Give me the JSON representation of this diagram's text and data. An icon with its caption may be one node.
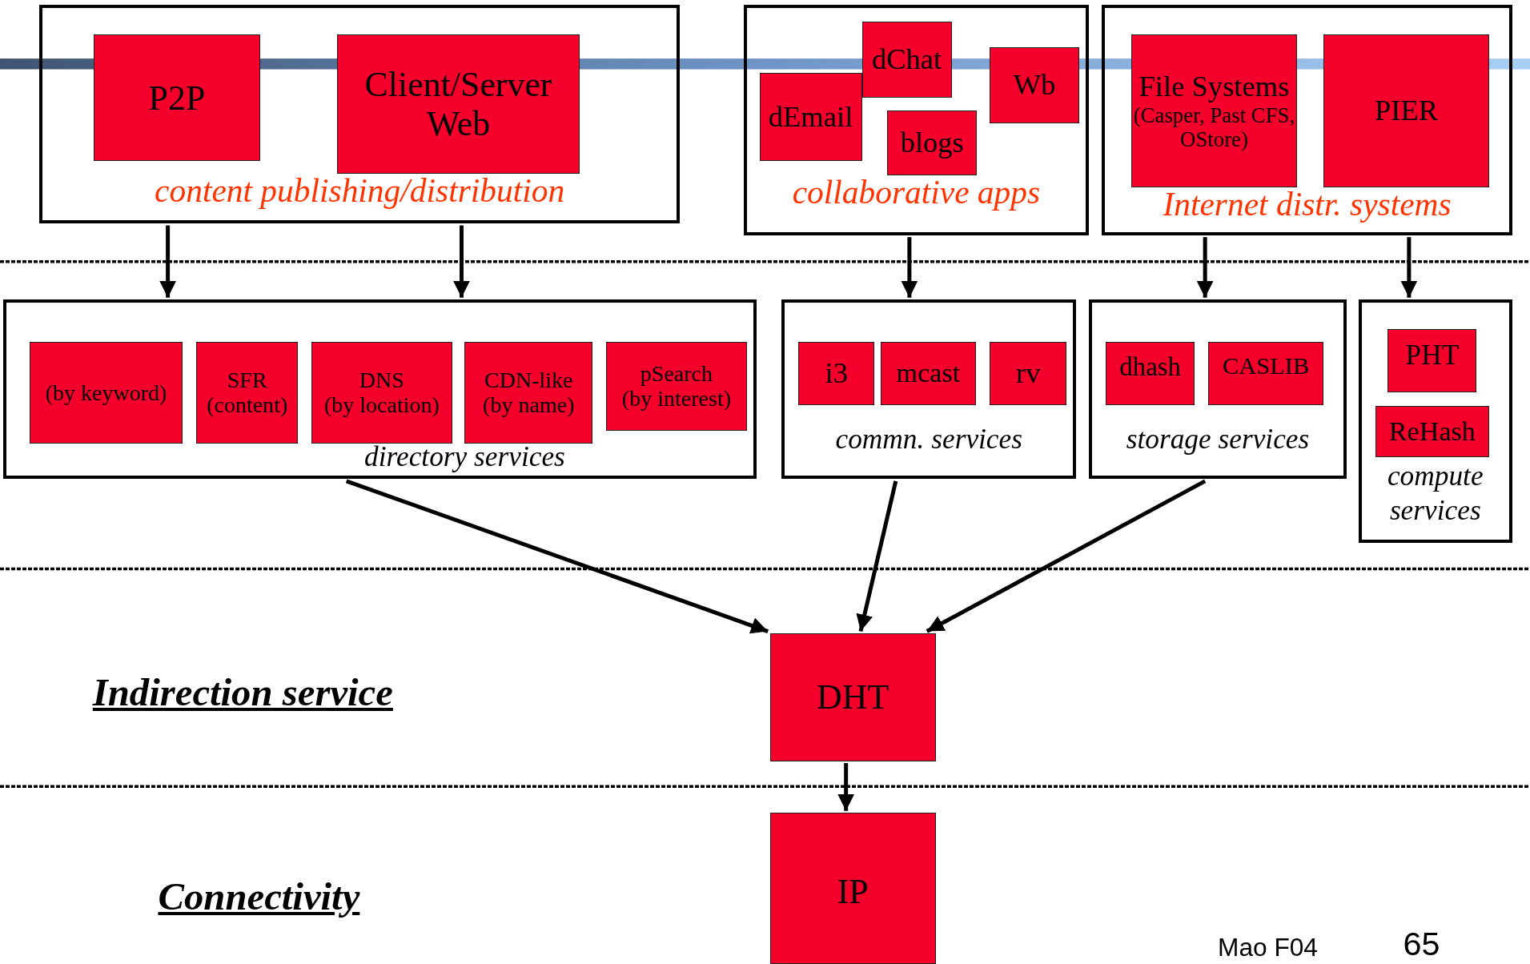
{
  "diagram": {
    "nodes": [
      {
        "text": [
          "content publishing/distribution"
        ]
      },
      {
        "text": [
          "P2P"
        ],
        "in": 0
      },
      {
        "text": [
          "Client/Server Web"
        ],
        "in": 0
      },
      {
        "text": [
          "collaborative apps"
        ]
      },
      {
        "text": [
          "dChat"
        ],
        "in": 3
      },
      {
        "text": [
          "dEmail"
        ],
        "in": 3
      },
      {
        "text": [
          "Wb"
        ],
        "in": 3
      },
      {
        "text": [
          "blogs"
        ],
        "in": 3
      },
      {
        "text": [
          "Internet distr. systems"
        ]
      },
      {
        "text": [
          "File Systems",
          "(Casper, Past CFS, OStore)"
        ],
        "in": 8
      },
      {
        "text": [
          "PIER"
        ],
        "in": 8
      },
      {
        "text": [
          "directory services"
        ]
      },
      {
        "text": [
          "(by keyword)"
        ],
        "in": 11
      },
      {
        "text": [
          "SFR",
          "(content)"
        ],
        "in": 11
      },
      {
        "text": [
          "DNS",
          "(by location)"
        ],
        "in": 11
      },
      {
        "text": [
          "CDN-like",
          "(by name)"
        ],
        "in": 11
      },
      {
        "text": [
          "pSearch",
          "(by interest)"
        ],
        "in": 11
      },
      {
        "text": [
          "commn. services"
        ]
      },
      {
        "text": [
          "i3"
        ],
        "in": 17
      },
      {
        "text": [
          "mcast"
        ],
        "in": 17
      },
      {
        "text": [
          "rv"
        ],
        "in": 17
      },
      {
        "text": [
          "storage services"
        ]
      },
      {
        "text": [
          "dhash"
        ],
        "in": 21
      },
      {
        "text": [
          "CASLIB"
        ],
        "in": 21
      },
      {
        "text": [
          "compute services"
        ]
      },
      {
        "text": [
          "PHT"
        ],
        "in": 24
      },
      {
        "text": [
          "ReHash"
        ],
        "in": 24
      },
      {
        "text": [
          "DHT"
        ]
      },
      {
        "text": [
          "IP"
        ]
      }
    ],
    "edges": [
      {
        "from": 0,
        "to": 11,
        "arrow": "to"
      },
      {
        "from": 0,
        "to": 11,
        "arrow": "to"
      },
      {
        "from": 3,
        "to": 17,
        "arrow": "to"
      },
      {
        "from": 8,
        "to": 21,
        "arrow": "to"
      },
      {
        "from": 8,
        "to": 24,
        "arrow": "to"
      },
      {
        "from": 11,
        "to": 27,
        "arrow": "to"
      },
      {
        "from": 17,
        "to": 27,
        "arrow": "to"
      },
      {
        "from": 21,
        "to": 27,
        "arrow": "to"
      },
      {
        "from": 27,
        "to": 28,
        "arrow": "to"
      }
    ],
    "labels": [
      "Indirection service",
      "Connectivity",
      "Mao F04",
      "65"
    ]
  }
}
